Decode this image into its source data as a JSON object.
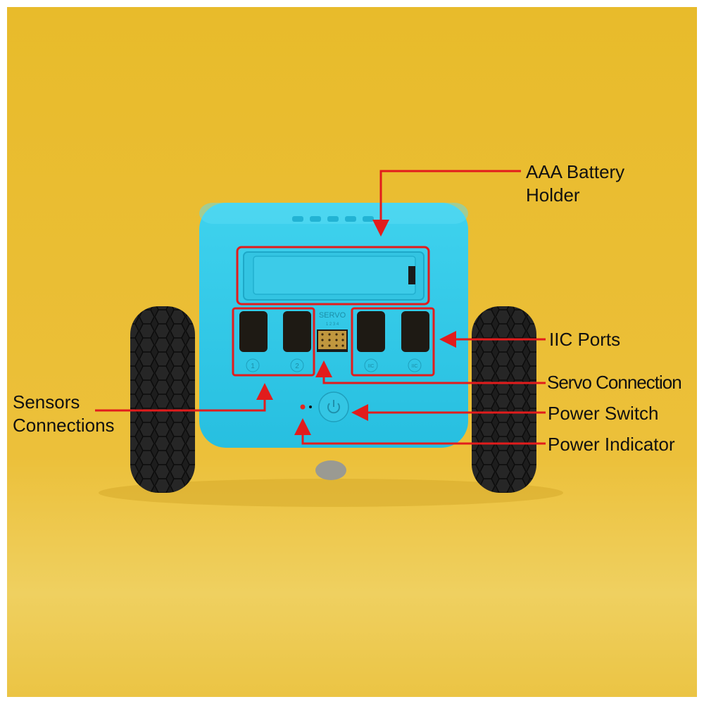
{
  "callouts": {
    "battery": [
      "AAA Battery",
      "Holder"
    ],
    "iic": "IIC Ports",
    "servo": "Servo Connection",
    "power_switch": "Power Switch",
    "power_indicator": "Power Indicator",
    "sensors": [
      "Sensors",
      "Connections"
    ]
  },
  "device_markings": {
    "servo_label": "SERVO",
    "servo_pins": "1 2 3 4",
    "port_labels": [
      "1",
      "2",
      "IIC",
      "IIC"
    ]
  },
  "colors": {
    "background": "#e9bd2f",
    "body": "#2fc8e6",
    "annotation": "#e21c1c"
  }
}
